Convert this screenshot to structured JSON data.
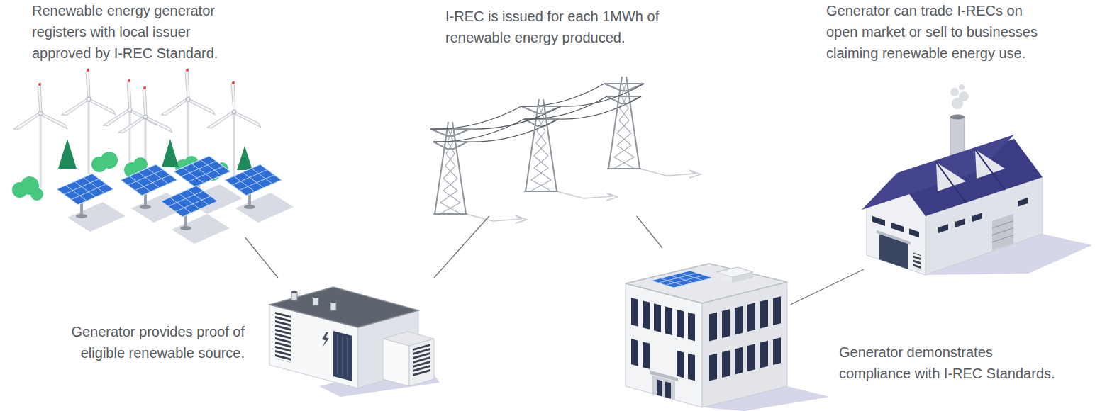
{
  "diagram": {
    "nodes": [
      {
        "text": [
          "Renewable energy generator registers with local issuer approved by I-REC Standard."
        ]
      },
      {
        "text": [
          "Generator provides proof of eligible renewable source."
        ]
      },
      {
        "text": [
          "I-REC is issued for each 1MWh of renewable energy produced."
        ]
      },
      {
        "text": [
          "Generator demonstrates compliance with I-REC Standards."
        ]
      },
      {
        "text": [
          "Generator can trade I-RECs on open market or sell to businesses claiming renewable energy use."
        ]
      }
    ],
    "edges": [
      {
        "from": 0,
        "to": 1,
        "arrow": "none"
      },
      {
        "from": 1,
        "to": 2,
        "arrow": "none"
      },
      {
        "from": 2,
        "to": 3,
        "arrow": "none"
      },
      {
        "from": 3,
        "to": 4,
        "arrow": "none"
      }
    ]
  }
}
